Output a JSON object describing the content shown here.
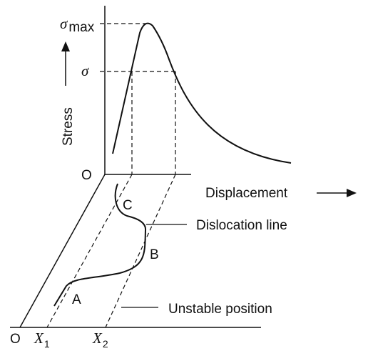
{
  "labels": {
    "sigma_max_symbol": "σ",
    "sigma_max_sub": "max",
    "sigma": "σ",
    "stress_axis": "Stress",
    "origin_top": "O",
    "displacement": "Displacement",
    "point_c": "C",
    "dislocation_line": "Dislocation line",
    "point_b": "B",
    "point_a": "A",
    "unstable_position": "Unstable position",
    "origin_bottom": "O",
    "x1_symbol": "X",
    "x1_sub": "1",
    "x2_symbol": "X",
    "x2_sub": "2"
  },
  "colors": {
    "ink": "#111111",
    "background": "#ffffff"
  }
}
